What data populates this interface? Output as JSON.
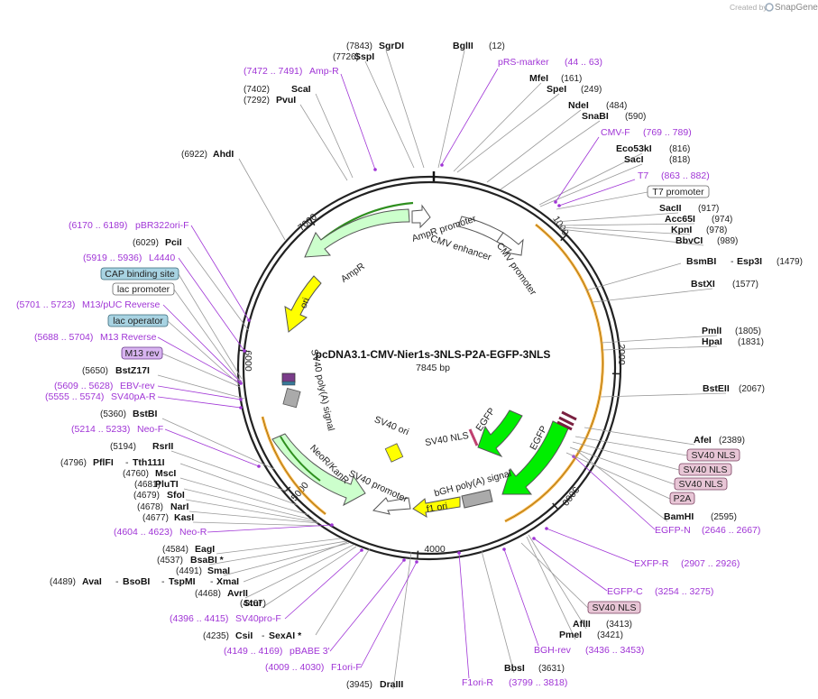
{
  "credit": {
    "prefix": "Created by",
    "brand": "SnapGene"
  },
  "title": "pcDNA3.1-CMV-Nier1s-3NLS-P2A-EGFP-3NLS",
  "length": "7845 bp",
  "ticks": [
    "1000",
    "2000",
    "3000",
    "4000",
    "5000",
    "6000",
    "7000"
  ],
  "enzymes": [
    {
      "pos": "(7843)",
      "name": "SgrDI"
    },
    {
      "pos": "(7726)",
      "name": "SspI"
    },
    {
      "pos": "(12)",
      "name": "BglII"
    },
    {
      "pos": "(161)",
      "name": "MfeI"
    },
    {
      "pos": "(249)",
      "name": "SpeI"
    },
    {
      "pos": "(484)",
      "name": "NdeI"
    },
    {
      "pos": "(590)",
      "name": "SnaBI"
    },
    {
      "pos": "(816)",
      "name": "Eco53kI"
    },
    {
      "pos": "(818)",
      "name": "SacI"
    },
    {
      "pos": "(917)",
      "name": "SacII"
    },
    {
      "pos": "(974)",
      "name": "Acc65I"
    },
    {
      "pos": "(978)",
      "name": "KpnI"
    },
    {
      "pos": "(989)",
      "name": "BbvCI"
    },
    {
      "pos": "(1479)",
      "name": "BsmBI",
      "name2": "Esp3I"
    },
    {
      "pos": "(1577)",
      "name": "BstXI"
    },
    {
      "pos": "(1805)",
      "name": "PmlI"
    },
    {
      "pos": "(1831)",
      "name": "HpaI"
    },
    {
      "pos": "(2067)",
      "name": "BstEII"
    },
    {
      "pos": "(2389)",
      "name": "AfeI"
    },
    {
      "pos": "(2595)",
      "name": "BamHI"
    },
    {
      "pos": "(3413)",
      "name": "AflII"
    },
    {
      "pos": "(3421)",
      "name": "PmeI"
    },
    {
      "pos": "(3631)",
      "name": "BbsI"
    },
    {
      "pos": "(3945)",
      "name": "DraIII"
    },
    {
      "pos": "(4235)",
      "name": "CsiI",
      "name2": "SexAI *"
    },
    {
      "pos": "(4467)",
      "name": "StuI"
    },
    {
      "pos": "(4468)",
      "name": "AvrII"
    },
    {
      "pos": "(4489)",
      "name": "AvaI",
      "name2": "BsoBI",
      "name3": "TspMI",
      "name4": "XmaI"
    },
    {
      "pos": "(4491)",
      "name": "SmaI"
    },
    {
      "pos": "(4537)",
      "name": "BsaBI *"
    },
    {
      "pos": "(4584)",
      "name": "EagI"
    },
    {
      "pos": "(4677)",
      "name": "KasI"
    },
    {
      "pos": "(4678)",
      "name": "NarI"
    },
    {
      "pos": "(4679)",
      "name": "SfoI"
    },
    {
      "pos": "(4681)",
      "name": "PluTI"
    },
    {
      "pos": "(4760)",
      "name": "MscI"
    },
    {
      "pos": "(4796)",
      "name": "PflFI",
      "name2": "Tth111I"
    },
    {
      "pos": "(5194)",
      "name": "RsrII"
    },
    {
      "pos": "(5360)",
      "name": "BstBI"
    },
    {
      "pos": "(5650)",
      "name": "BstZ17I"
    },
    {
      "pos": "(6029)",
      "name": "PciI"
    },
    {
      "pos": "(6922)",
      "name": "AhdI"
    },
    {
      "pos": "(7292)",
      "name": "PvuI"
    },
    {
      "pos": "(7402)",
      "name": "ScaI"
    }
  ],
  "primers": [
    {
      "name": "pRS-marker",
      "range": "(44 .. 63)"
    },
    {
      "name": "CMV-F",
      "range": "(769 .. 789)"
    },
    {
      "name": "T7",
      "range": "(863 .. 882)"
    },
    {
      "name": "EGFP-N",
      "range": "(2646 .. 2667)"
    },
    {
      "name": "EXFP-R",
      "range": "(2907 .. 2926)"
    },
    {
      "name": "EGFP-C",
      "range": "(3254 .. 3275)"
    },
    {
      "name": "BGH-rev",
      "range": "(3436 .. 3453)"
    },
    {
      "name": "F1ori-R",
      "range": "(3799 .. 3818)"
    },
    {
      "name": "F1ori-F",
      "range": "(4009 .. 4030)"
    },
    {
      "name": "pBABE 3'",
      "range": "(4149 .. 4169)"
    },
    {
      "name": "SV40pro-F",
      "range": "(4396 .. 4415)"
    },
    {
      "name": "Neo-R",
      "range": "(4604 .. 4623)"
    },
    {
      "name": "Neo-F",
      "range": "(5214 .. 5233)"
    },
    {
      "name": "SV40pA-R",
      "range": "(5555 .. 5574)"
    },
    {
      "name": "EBV-rev",
      "range": "(5609 .. 5628)"
    },
    {
      "name": "M13 Reverse",
      "range": "(5688 .. 5704)"
    },
    {
      "name": "M13/pUC Reverse",
      "range": "(5701 .. 5723)"
    },
    {
      "name": "L4440",
      "range": "(5919 .. 5936)"
    },
    {
      "name": "pBR322ori-F",
      "range": "(6170 .. 6189)"
    },
    {
      "name": "Amp-R",
      "range": "(7472 .. 7491)"
    }
  ],
  "boxed_labels": [
    {
      "name": "T7 promoter",
      "style": "white"
    },
    {
      "name": "SV40 NLS",
      "style": "pink"
    },
    {
      "name": "SV40 NLS",
      "style": "pink"
    },
    {
      "name": "SV40 NLS",
      "style": "pink"
    },
    {
      "name": "P2A",
      "style": "pink"
    },
    {
      "name": "SV40 NLS",
      "style": "pink"
    },
    {
      "name": "CAP binding site",
      "style": "blue"
    },
    {
      "name": "lac promoter",
      "style": "white"
    },
    {
      "name": "lac operator",
      "style": "blue"
    },
    {
      "name": "M13 rev",
      "style": "violet"
    }
  ],
  "features": [
    {
      "name": "AmpR promoter"
    },
    {
      "name": "AmpR"
    },
    {
      "name": "CMV enhancer"
    },
    {
      "name": "CMV promoter"
    },
    {
      "name": "ori"
    },
    {
      "name": "SV40 poly(A) signal"
    },
    {
      "name": "NeoR/KanR"
    },
    {
      "name": "SV40 promoter"
    },
    {
      "name": "SV40 ori"
    },
    {
      "name": "SV40 NLS"
    },
    {
      "name": "EGFP"
    },
    {
      "name": "EGFP"
    },
    {
      "name": "bGH poly(A) signal"
    },
    {
      "name": "f1 ori"
    }
  ],
  "colors": {
    "backbone": "#222222",
    "primer": "#a035d6",
    "orf_orange": "#f5a623",
    "ampr": "#ccffcc",
    "ori": "#ffff00",
    "egfp": "#00ee00",
    "neo": "#ccffcc",
    "promoter": "#ffffff",
    "polya": "#aaaaaa",
    "nls_box": "#e8c6d6",
    "blue_box": "#a8d3e2",
    "violet_box": "#d8b4f0"
  }
}
